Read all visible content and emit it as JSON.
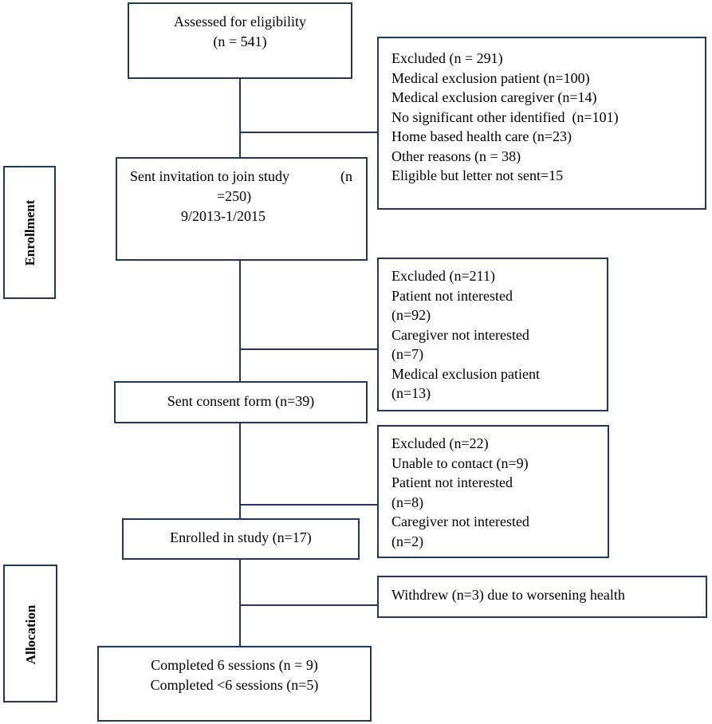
{
  "side_labels": {
    "enrollment": "Enrollment",
    "allocation": "Allocation"
  },
  "assessed": {
    "line1": "Assessed for eligibility",
    "line2": "(n = 541)"
  },
  "excluded1": {
    "lines": [
      "Excluded (n = 291)",
      "Medical exclusion patient (n=100)",
      "Medical exclusion caregiver (n=14)",
      "No significant other identified  (n=101)",
      "Home based health care (n=23)",
      "Other reasons (n = 38)",
      "Eligible but letter not sent=15"
    ]
  },
  "invitation": {
    "line1": "Sent invitation to join study",
    "n_part1": "(n",
    "n_part2": "=250)",
    "dates": "9/2013-1/2015"
  },
  "excluded2": {
    "lines": [
      "Excluded (n=211)",
      "Patient not interested",
      "(n=92)",
      "Caregiver not interested",
      "(n=7)",
      "Medical exclusion patient",
      "(n=13)"
    ]
  },
  "consent": {
    "label": "Sent consent form (n=39)"
  },
  "excluded3": {
    "lines": [
      "Excluded (n=22)",
      "Unable to contact (n=9)",
      "Patient not interested",
      "(n=8)",
      "Caregiver not interested",
      "(n=2)"
    ]
  },
  "enrolled": {
    "label": "Enrolled in study (n=17)"
  },
  "withdrew": {
    "label": "Withdrew (n=3) due to worsening health"
  },
  "completed": {
    "line1": "Completed 6 sessions (n = 9)",
    "line2": "Completed <6 sessions (n=5)"
  }
}
